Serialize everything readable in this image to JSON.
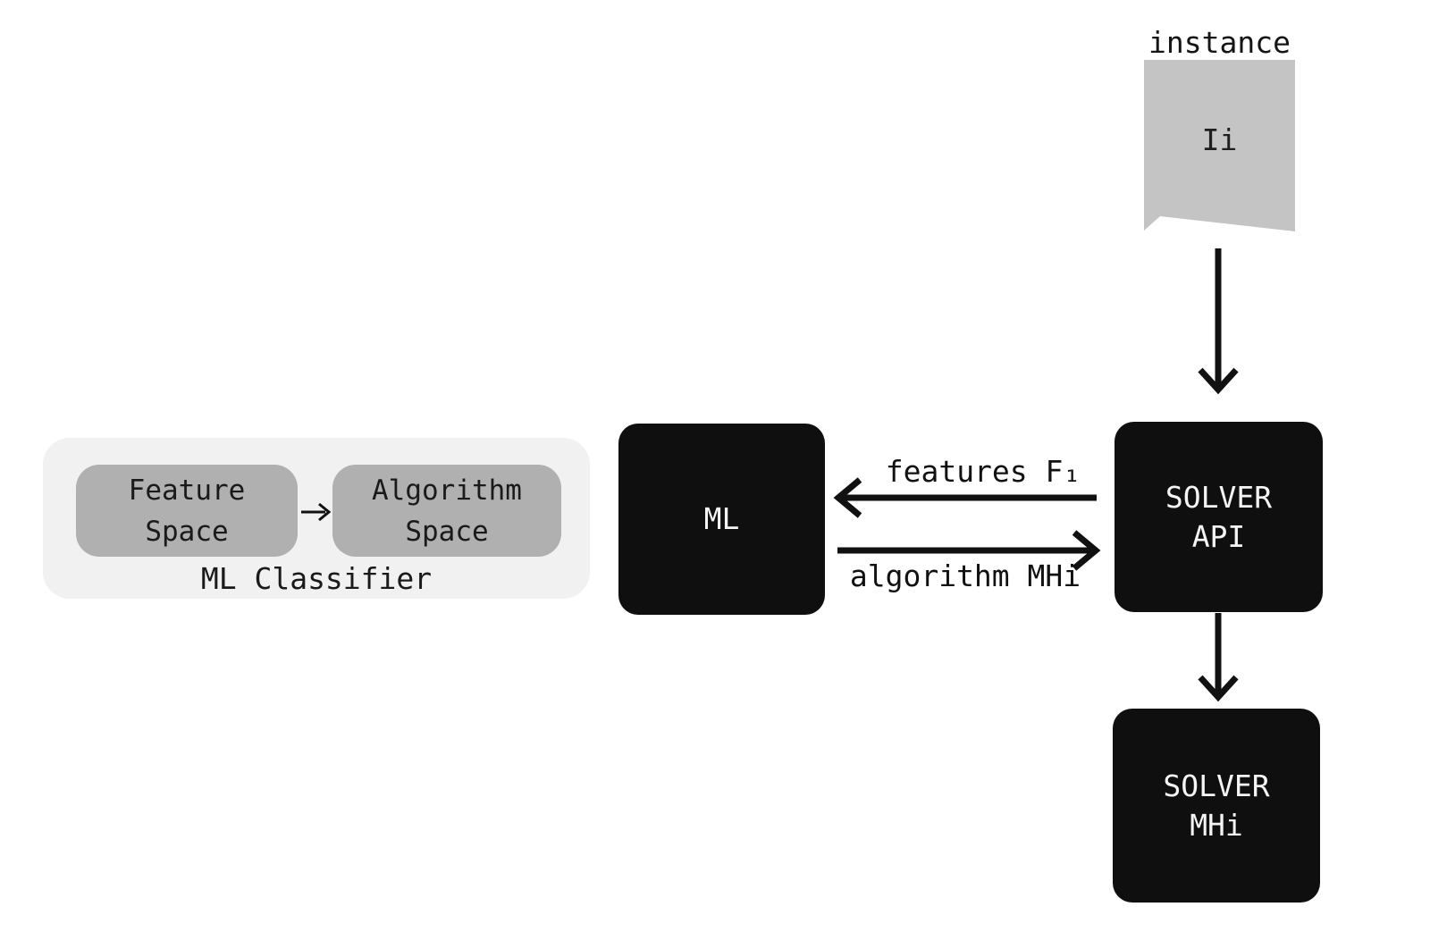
{
  "instance": {
    "label": "instance",
    "value": "Ii"
  },
  "ml_classifier": {
    "title": "ML Classifier",
    "feature_space": {
      "line1": "Feature",
      "line2": "Space"
    },
    "algorithm_space": {
      "line1": "Algorithm",
      "line2": "Space"
    }
  },
  "ml_box": {
    "label": "ML"
  },
  "solver_api": {
    "line1": "SOLVER",
    "line2": "API"
  },
  "solver_mhi": {
    "line1": "SOLVER",
    "line2": "MHi"
  },
  "edges": {
    "features_label": "features F₁",
    "algorithm_label": "algorithm MHi"
  },
  "colors": {
    "background": "#ffffff",
    "node_black": "#0f0f0f",
    "node_gray": "#b0b0b0",
    "group_gray": "#f1f1f1",
    "banner_gray": "#c4c4c4",
    "text_dark": "#1a1a1a",
    "text_light": "#f4f4f4",
    "arrow": "#111111"
  }
}
